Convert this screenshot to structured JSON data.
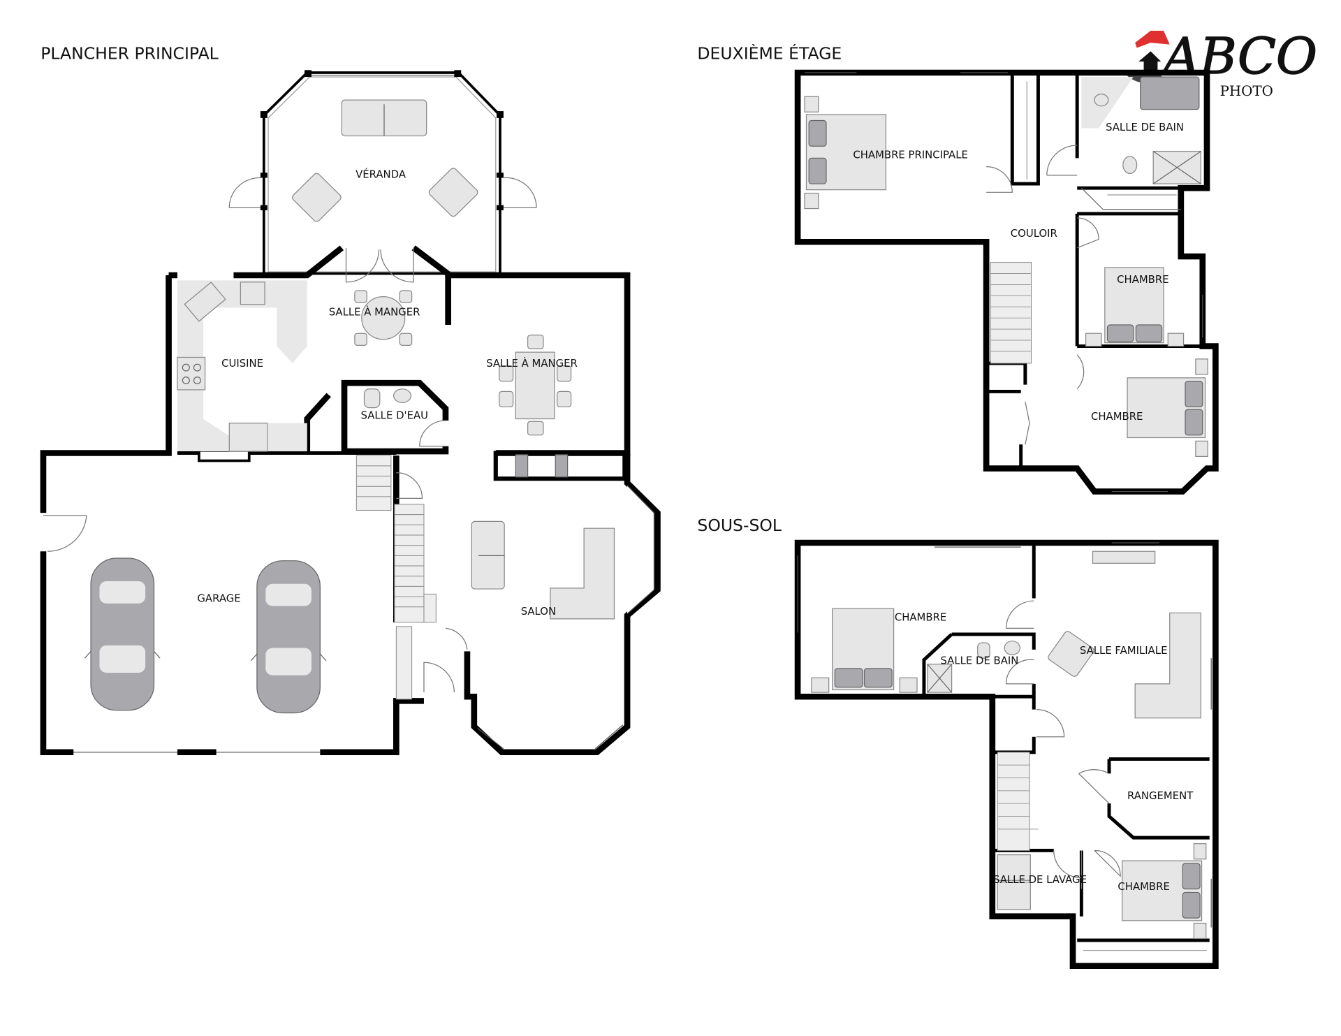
{
  "titles": {
    "main_floor": "PLANCHER PRINCIPAL",
    "second_floor": "DEUXIÈME ÉTAGE",
    "basement": "SOUS-SOL"
  },
  "logo": {
    "name": "ABCO",
    "sub": "PHOTO",
    "accent": "#e03030"
  },
  "main_floor_rooms": {
    "veranda": "VÉRANDA",
    "dining_small": "SALLE À MANGER",
    "kitchen": "CUISINE",
    "dining": "SALLE À MANGER",
    "powder_room": "SALLE D'EAU",
    "garage": "GARAGE",
    "living": "SALON"
  },
  "second_floor_rooms": {
    "master": "CHAMBRE PRINCIPALE",
    "bath": "SALLE DE BAIN",
    "hall": "COULOIR",
    "bedroom1": "CHAMBRE",
    "bedroom2": "CHAMBRE"
  },
  "basement_rooms": {
    "bedroom1": "CHAMBRE",
    "bath": "SALLE DE BAIN",
    "family": "SALLE FAMILIALE",
    "storage": "RANGEMENT",
    "laundry": "SALLE DE LAVAGE",
    "bedroom2": "CHAMBRE"
  }
}
